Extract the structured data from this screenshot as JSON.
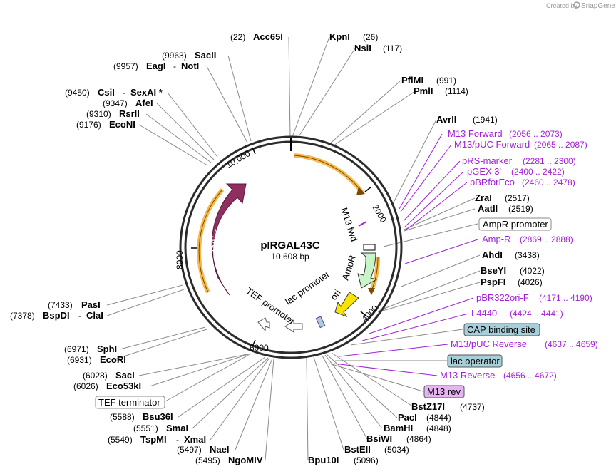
{
  "credit": {
    "text": "Created by",
    "brand": "SnapGene"
  },
  "plasmid": {
    "name": "pIRGAL43C",
    "length_label": "10,608 bp",
    "total_bp": 10608
  },
  "ticks": [
    "2000",
    "4000",
    "6000",
    "8000",
    "10,000"
  ],
  "features": {
    "gal4": "GAL4",
    "m13_fwd": "M13 fwd",
    "ampr": "AmpR",
    "ori": "ori",
    "lac_promoter": "lac promoter",
    "tef_promoter": "TEF promoter"
  },
  "sites": [
    {
      "name": "Acc65I",
      "pos": "(22)"
    },
    {
      "name": "KpnI",
      "pos": "(26)"
    },
    {
      "name": "NsiI",
      "pos": "(117)"
    },
    {
      "name": "SacII",
      "pos": "(9963)"
    },
    {
      "name": "EagI",
      "sep": "-",
      "name2": "NotI",
      "pos": "(9957)"
    },
    {
      "name": "PflMI",
      "pos": "(991)"
    },
    {
      "name": "PmlI",
      "pos": "(1114)"
    },
    {
      "name": "CsiI",
      "sep": "-",
      "name2": "SexAI *",
      "pos": "(9450)"
    },
    {
      "name": "AfeI",
      "pos": "(9347)"
    },
    {
      "name": "RsrII",
      "pos": "(9310)"
    },
    {
      "name": "EcoNI",
      "pos": "(9176)"
    },
    {
      "name": "AvrII",
      "pos": "(1941)"
    },
    {
      "name": "ZraI",
      "pos": "(2517)"
    },
    {
      "name": "AatII",
      "pos": "(2519)"
    },
    {
      "name": "AhdI",
      "pos": "(3438)"
    },
    {
      "name": "BseYI",
      "pos": "(4022)"
    },
    {
      "name": "PspFI",
      "pos": "(4026)"
    },
    {
      "name": "PasI",
      "pos": "(7433)"
    },
    {
      "name": "BspDI",
      "sep": "-",
      "name2": "ClaI",
      "pos": "(7378)"
    },
    {
      "name": "SphI",
      "pos": "(6971)"
    },
    {
      "name": "EcoRI",
      "pos": "(6931)"
    },
    {
      "name": "SacI",
      "pos": "(6028)"
    },
    {
      "name": "Eco53kI",
      "pos": "(6026)"
    },
    {
      "name": "BstZ17I",
      "pos": "(4737)"
    },
    {
      "name": "PacI",
      "pos": "(4844)"
    },
    {
      "name": "BamHI",
      "pos": "(4848)"
    },
    {
      "name": "BsiWI",
      "pos": "(4864)"
    },
    {
      "name": "BstEII",
      "pos": "(5034)"
    },
    {
      "name": "Bpu10I",
      "pos": "(5096)"
    },
    {
      "name": "Bsu36I",
      "pos": "(5588)"
    },
    {
      "name": "SmaI",
      "pos": "(5551)"
    },
    {
      "name": "TspMI",
      "sep": "-",
      "name2": "XmaI",
      "pos": "(5549)"
    },
    {
      "name": "NaeI",
      "pos": "(5497)"
    },
    {
      "name": "NgoMIV",
      "pos": "(5495)"
    }
  ],
  "primers": [
    {
      "name": "M13 Forward",
      "range": "(2056 .. 2073)"
    },
    {
      "name": "M13/pUC Forward",
      "range": "(2065 .. 2087)"
    },
    {
      "name": "pRS-marker",
      "range": "(2281 .. 2300)"
    },
    {
      "name": "pGEX 3'",
      "range": "(2400 .. 2422)"
    },
    {
      "name": "pBRforEco",
      "range": "(2460 .. 2478)"
    },
    {
      "name": "Amp-R",
      "range": "(2869 .. 2888)"
    },
    {
      "name": "pBR322ori-F",
      "range": "(4171 .. 4190)"
    },
    {
      "name": "L4440",
      "range": "(4424 .. 4441)"
    },
    {
      "name": "M13/pUC Reverse",
      "range": "(4637 .. 4659)"
    },
    {
      "name": "M13 Reverse",
      "range": "(4656 .. 4672)"
    }
  ],
  "boxes": {
    "ampr_promoter": "AmpR promoter",
    "cap_site": "CAP binding site",
    "lac_operator": "lac operator",
    "m13_rev": "M13 rev",
    "tef_terminator": "TEF terminator"
  },
  "colors": {
    "gal4": "#8e2f60",
    "ampr": "#c8f5c8",
    "ori": "#f8e400",
    "primer": "#a21fd8",
    "orange_outline": "#f4b84c",
    "cap_fill": "#a7cfd9",
    "m13rev_fill": "#e8b3f3"
  }
}
